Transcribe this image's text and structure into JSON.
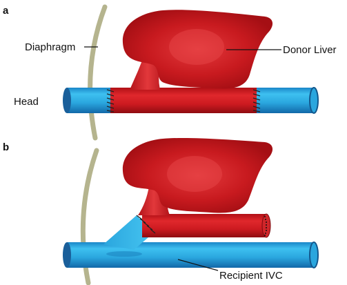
{
  "panels": {
    "a": "a",
    "b": "b"
  },
  "labels": {
    "diaphragm": "Diaphragm",
    "donor_liver": "Donor Liver",
    "head": "Head",
    "recipient_ivc": "Recipient IVC"
  },
  "colors": {
    "liver": "#c4161c",
    "liver_highlight": "#e23a3d",
    "ivc_blue": "#29a8e0",
    "ivc_blue_dark": "#1572b4",
    "diaphragm": "#b5b48e",
    "suture": "#222222"
  }
}
